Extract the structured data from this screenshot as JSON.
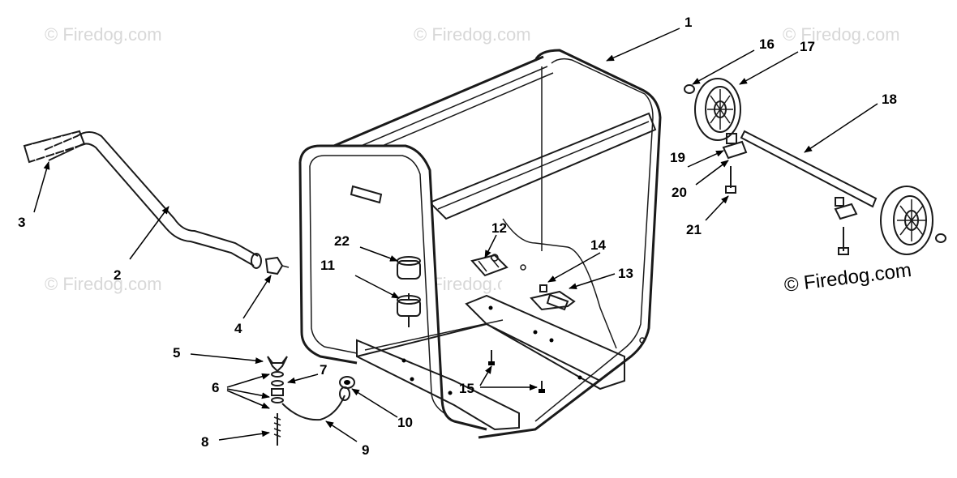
{
  "watermark_text": "© Firedog.com",
  "copyright_text": "© Firedog.com",
  "callouts": [
    "1",
    "2",
    "3",
    "4",
    "5",
    "6",
    "7",
    "8",
    "9",
    "10",
    "11",
    "12",
    "13",
    "14",
    "15",
    "16",
    "17",
    "18",
    "19",
    "20",
    "21",
    "22"
  ]
}
